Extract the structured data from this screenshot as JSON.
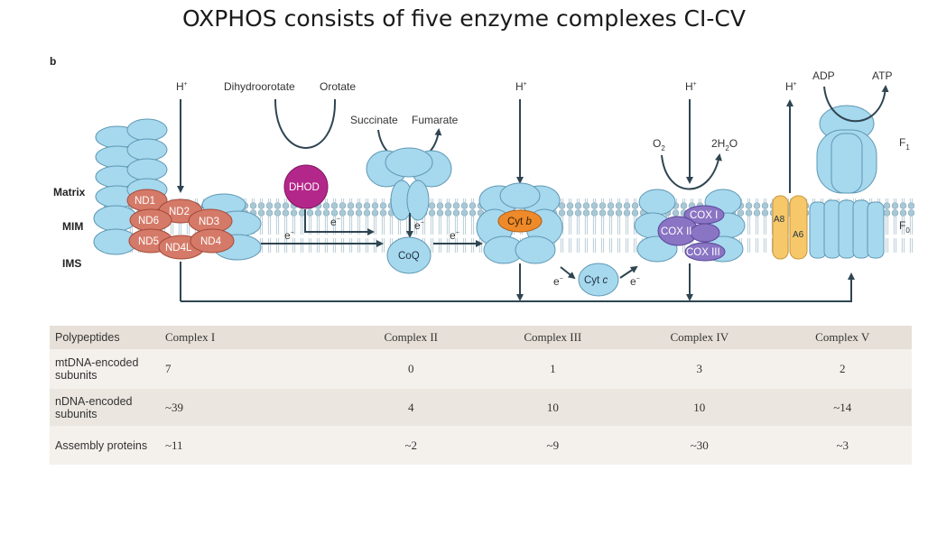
{
  "title": "OXPHOS consists of five enzyme complexes CI-CV",
  "figure": {
    "panel_label": "b",
    "membrane_labels": [
      "Matrix",
      "MIM",
      "IMS"
    ],
    "proton": "H",
    "proton_sup": "+",
    "electron": "e",
    "electron_sup": "−",
    "complex1_subunits": [
      "ND1",
      "ND2",
      "ND6",
      "ND3",
      "ND5",
      "ND4L",
      "ND4"
    ],
    "dhod": "DHOD",
    "dihydroorotate": "Dihydroorotate",
    "orotate": "Orotate",
    "succinate": "Succinate",
    "fumarate": "Fumarate",
    "coq": "CoQ",
    "cytb_main": "Cyt ",
    "cytb_italic": "b",
    "cytc_main": "Cyt ",
    "cytc_italic": "c",
    "o2_main": "O",
    "o2_sub": "2",
    "h2o_pre": "2H",
    "h2o_sub": "2",
    "h2o_post": "O",
    "cox": [
      "COX I",
      "COX II",
      "COX III"
    ],
    "a8": "A8",
    "a6": "A6",
    "adp": "ADP",
    "atp": "ATP",
    "f1_main": "F",
    "f1_sub": "1",
    "f0_main": "F",
    "f0_sub": "0"
  },
  "table": {
    "header": [
      "Polypeptides",
      "Complex I",
      "Complex II",
      "Complex III",
      "Complex IV",
      "Complex V"
    ],
    "rows": [
      {
        "label": "mtDNA-encoded subunits",
        "values": [
          "7",
          "0",
          "1",
          "3",
          "2"
        ]
      },
      {
        "label": "nDNA-encoded subunits",
        "values": [
          "~39",
          "4",
          "10",
          "10",
          "~14"
        ]
      },
      {
        "label": "Assembly proteins",
        "values": [
          "~11",
          "~2",
          "~9",
          "~30",
          "~3"
        ]
      }
    ]
  },
  "colors": {
    "membrane_head": "#a9c8d6",
    "membrane_tail": "#cfe0e8",
    "complex_blue": "#a6d8ee",
    "complex_blue_edge": "#5f98b4",
    "nd_red": "#d57a68",
    "dhod_magenta": "#b4278a",
    "cytb_orange": "#ee8a2a",
    "cox_purple": "#8a74c4",
    "atp_synthase_yellow": "#f6c86a",
    "arrow": "#2f4551"
  }
}
